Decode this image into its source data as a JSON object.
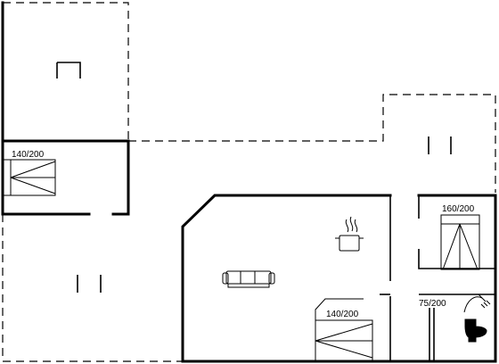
{
  "plan": {
    "beds": [
      {
        "id": "bed-left",
        "label": "140/200"
      },
      {
        "id": "bed-center",
        "label": "140/200"
      },
      {
        "id": "bed-upper-right",
        "label": "160/200"
      },
      {
        "id": "bed-small",
        "label": "75/200"
      }
    ],
    "icons": [
      "sofa-icon",
      "stove-pot-icon",
      "shower-icon",
      "toilet-icon"
    ],
    "colors": {
      "line": "#000000",
      "background": "#ffffff"
    }
  }
}
